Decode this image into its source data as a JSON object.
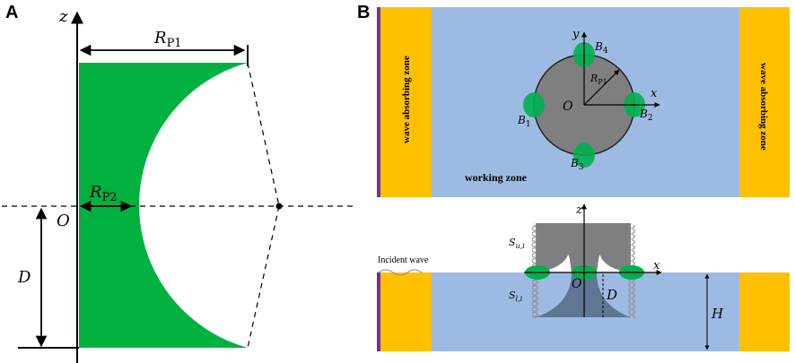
{
  "panel_a": {
    "letter": "A",
    "axis_z": "z",
    "origin": "O",
    "rp1_main": "R",
    "rp1_sub": "P1",
    "rp2_main": "R",
    "rp2_sub": "P2",
    "depth": "D",
    "colors": {
      "fill": "#00b140",
      "line": "#000000"
    }
  },
  "panel_b": {
    "letter": "B",
    "top": {
      "zone_left": "wave absorbing zone",
      "zone_right": "wave absorbing zone",
      "working_zone": "working zone",
      "axis_x": "x",
      "axis_y": "y",
      "origin": "O",
      "radius_main": "R",
      "radius_sub": "P1",
      "buoys": [
        {
          "main": "B",
          "sub": "1"
        },
        {
          "main": "B",
          "sub": "2"
        },
        {
          "main": "B",
          "sub": "3"
        },
        {
          "main": "B",
          "sub": "4"
        }
      ]
    },
    "side": {
      "incident_wave": "Incident wave",
      "axis_z": "z",
      "axis_x": "x",
      "origin": "O",
      "depth": "D",
      "height": "H",
      "su_main": "S",
      "su_sub": "u,i",
      "sl_main": "S",
      "sl_sub": "l,i"
    },
    "colors": {
      "absorbing": "#ffc000",
      "water": "#9dbbe2",
      "platform": "#7f7f7f",
      "buoy": "#00b050",
      "wall": "#7030a0"
    }
  }
}
